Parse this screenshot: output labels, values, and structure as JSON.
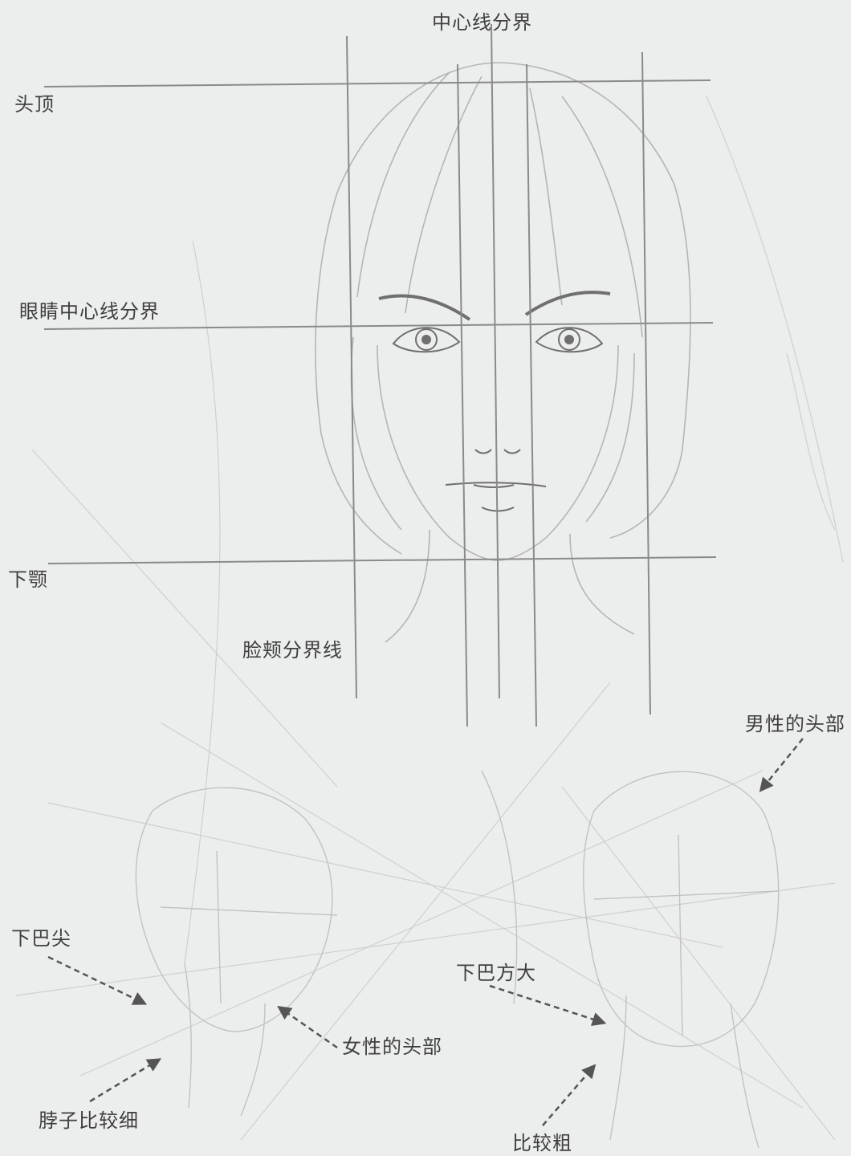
{
  "colors": {
    "paper": "#eceded",
    "guide_line": "#8a8a8a",
    "sketch": "#b9b9b9",
    "ink": "#3f3f3f",
    "arrow": "#555555"
  },
  "labels": {
    "center_line": "中心线分界",
    "top_of_head": "头顶",
    "eye_line": "眼睛中心线分界",
    "jaw": "下颚",
    "cheek_line": "脸颊分界线",
    "male_head": "男性的头部",
    "pointed_chin": "下巴尖",
    "square_chin": "下巴方大",
    "female_head": "女性的头部",
    "thin_neck": "脖子比较细",
    "thick_neck": "比较粗"
  }
}
